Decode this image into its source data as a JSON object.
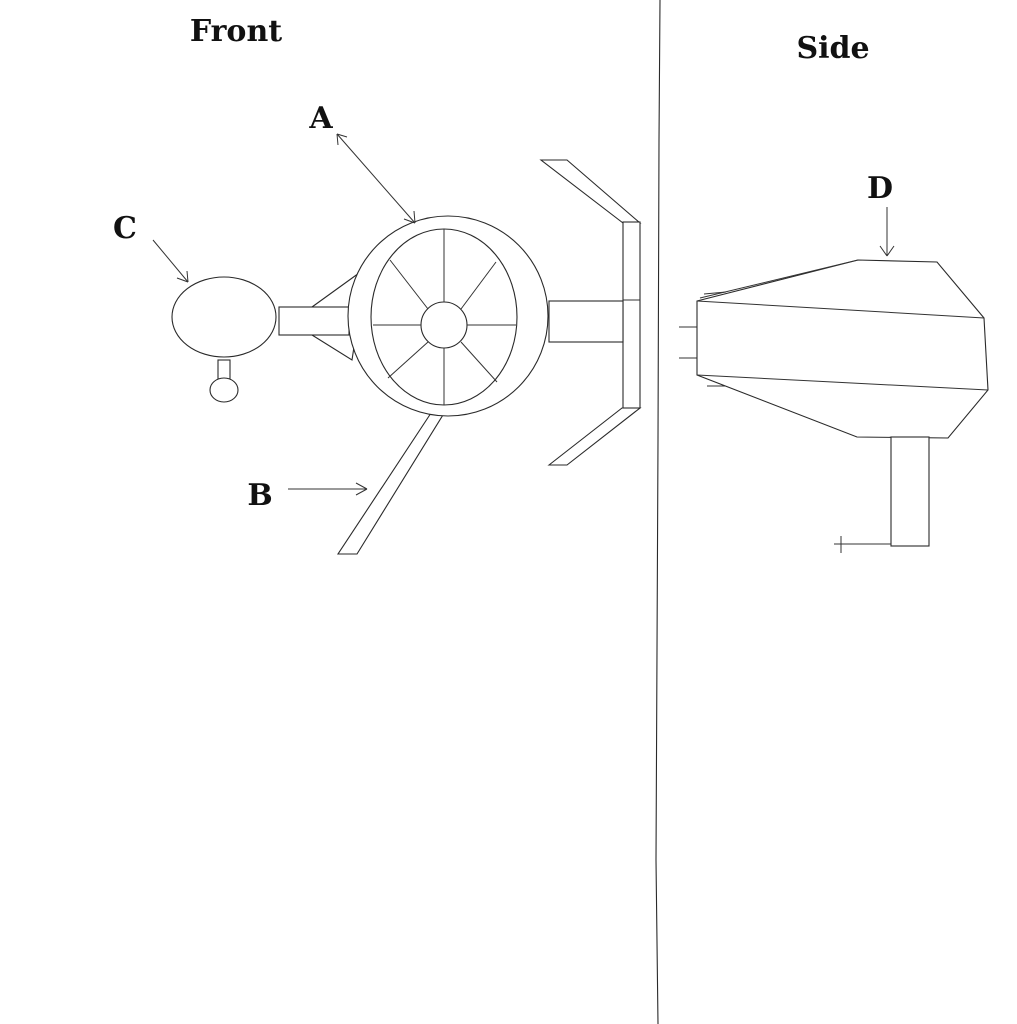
{
  "headings": {
    "front": "Front",
    "side": "Side"
  },
  "labels": {
    "a": "A",
    "b": "B",
    "c": "C",
    "d": "D"
  },
  "colors": {
    "stroke": "#2a2a2a",
    "background": "#ffffff"
  }
}
